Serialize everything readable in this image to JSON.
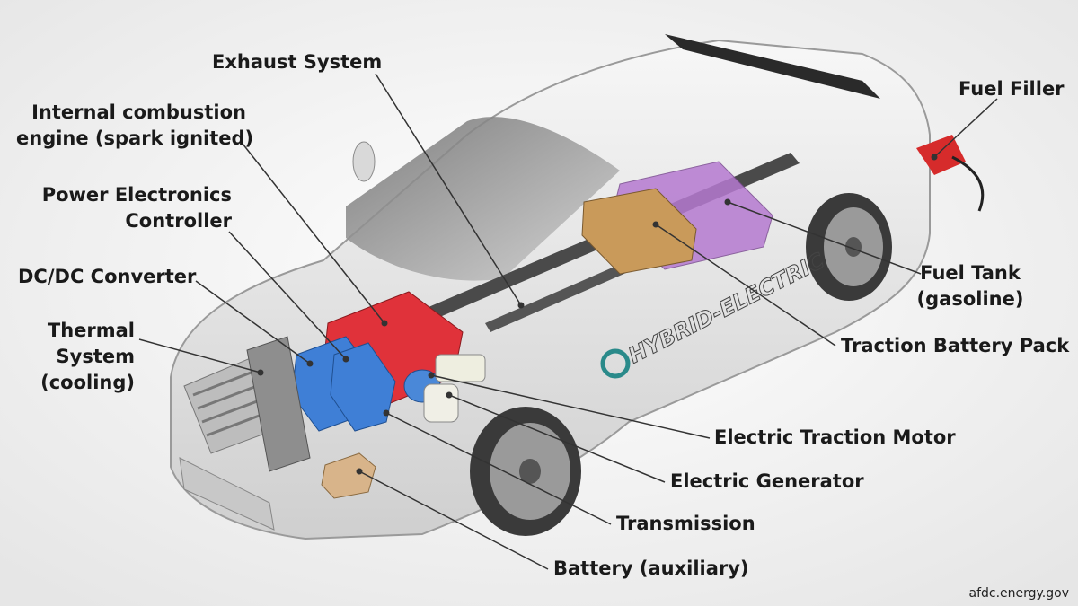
{
  "labels": {
    "exhaust_system": "Exhaust System",
    "ice_line1": "Internal combustion",
    "ice_line2": "engine (spark ignited)",
    "pec_line1": "Power Electronics",
    "pec_line2": "Controller",
    "dcdc": "DC/DC Converter",
    "thermal_line1": "Thermal",
    "thermal_line2": "System",
    "thermal_line3": "(cooling)",
    "fuel_filler": "Fuel Filler",
    "fuel_tank_line1": "Fuel Tank",
    "fuel_tank_line2": "(gasoline)",
    "traction_battery": "Traction Battery Pack",
    "traction_motor": "Electric Traction Motor",
    "generator": "Electric Generator",
    "transmission": "Transmission",
    "aux_battery": "Battery (auxiliary)"
  },
  "car_text": "HYBRID-ELECTRIC",
  "credit": "afdc.energy.gov",
  "colors": {
    "engine": "#e0323a",
    "electronics": "#3f7fd6",
    "battery_pack": "#c99a5a",
    "fuel_tank": "#b57ad0",
    "motor": "#4a88d8",
    "leader": "#333333"
  }
}
